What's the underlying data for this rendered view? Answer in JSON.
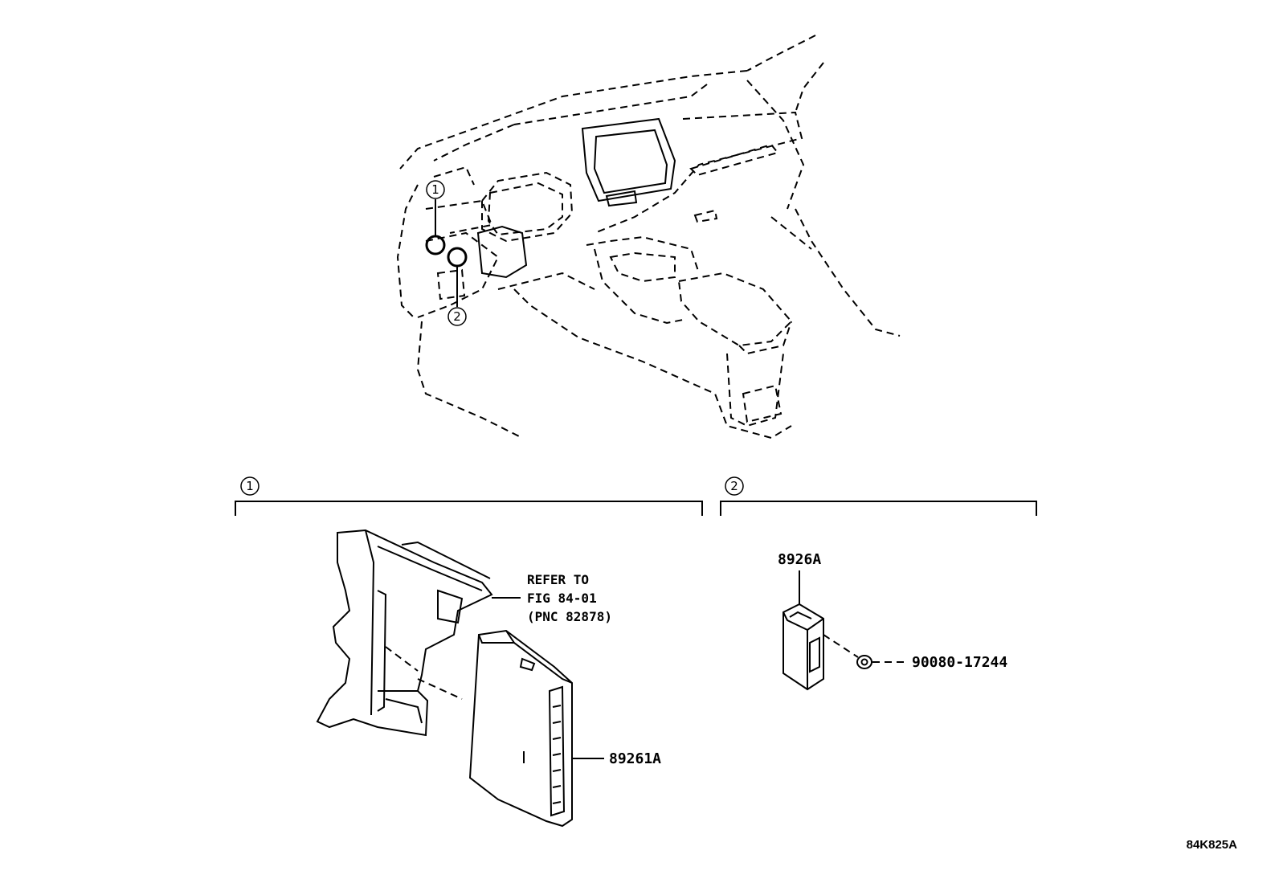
{
  "diagram": {
    "callouts": [
      "1",
      "2"
    ],
    "section_1": {
      "number": "1",
      "refer_text": [
        "REFER TO",
        "FIG 84-01",
        "(PNC 82878)"
      ],
      "part_label": "89261A"
    },
    "section_2": {
      "number": "2",
      "part_label_top": "8926A",
      "part_label_side": "90080-17244"
    },
    "figure_code": "84K825A"
  }
}
